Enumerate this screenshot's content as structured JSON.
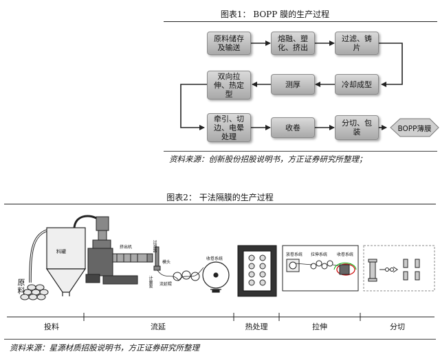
{
  "figure1": {
    "title": "图表1：  BOPP 膜的生产过程",
    "nodes": {
      "n1": "原料储存\n及输送",
      "n2": "熔融、塑\n化、挤出",
      "n3": "过滤、铸\n片",
      "n4": "双向拉\n伸、热定\n型",
      "n5": "测厚",
      "n6": "冷却成型",
      "n7": "牵引、切\n边、电晕\n处理",
      "n8": "收卷",
      "n9": "分切、包\n装",
      "n10": "BOPP薄膜"
    },
    "source": "资料来源：创新股份招股说明书，方正证券研究所整理；"
  },
  "figure2": {
    "title": "图表2：  干法隔膜的生产过程",
    "labels": {
      "raw": "原料",
      "silo": "料罐",
      "extruder": "挤出机",
      "filter": "过滤器",
      "die": "模头",
      "pump": "计量泵",
      "cast_roll": "流延辊",
      "winder1": "收卷系统",
      "unwind": "放卷系统",
      "stretch": "拉伸系统",
      "winder2": "收卷系统"
    },
    "stages": [
      "投料",
      "流延",
      "热处理",
      "拉伸",
      "分切"
    ],
    "source": "资料来源：星源材质招股说明书，方正证券研究所整理"
  }
}
